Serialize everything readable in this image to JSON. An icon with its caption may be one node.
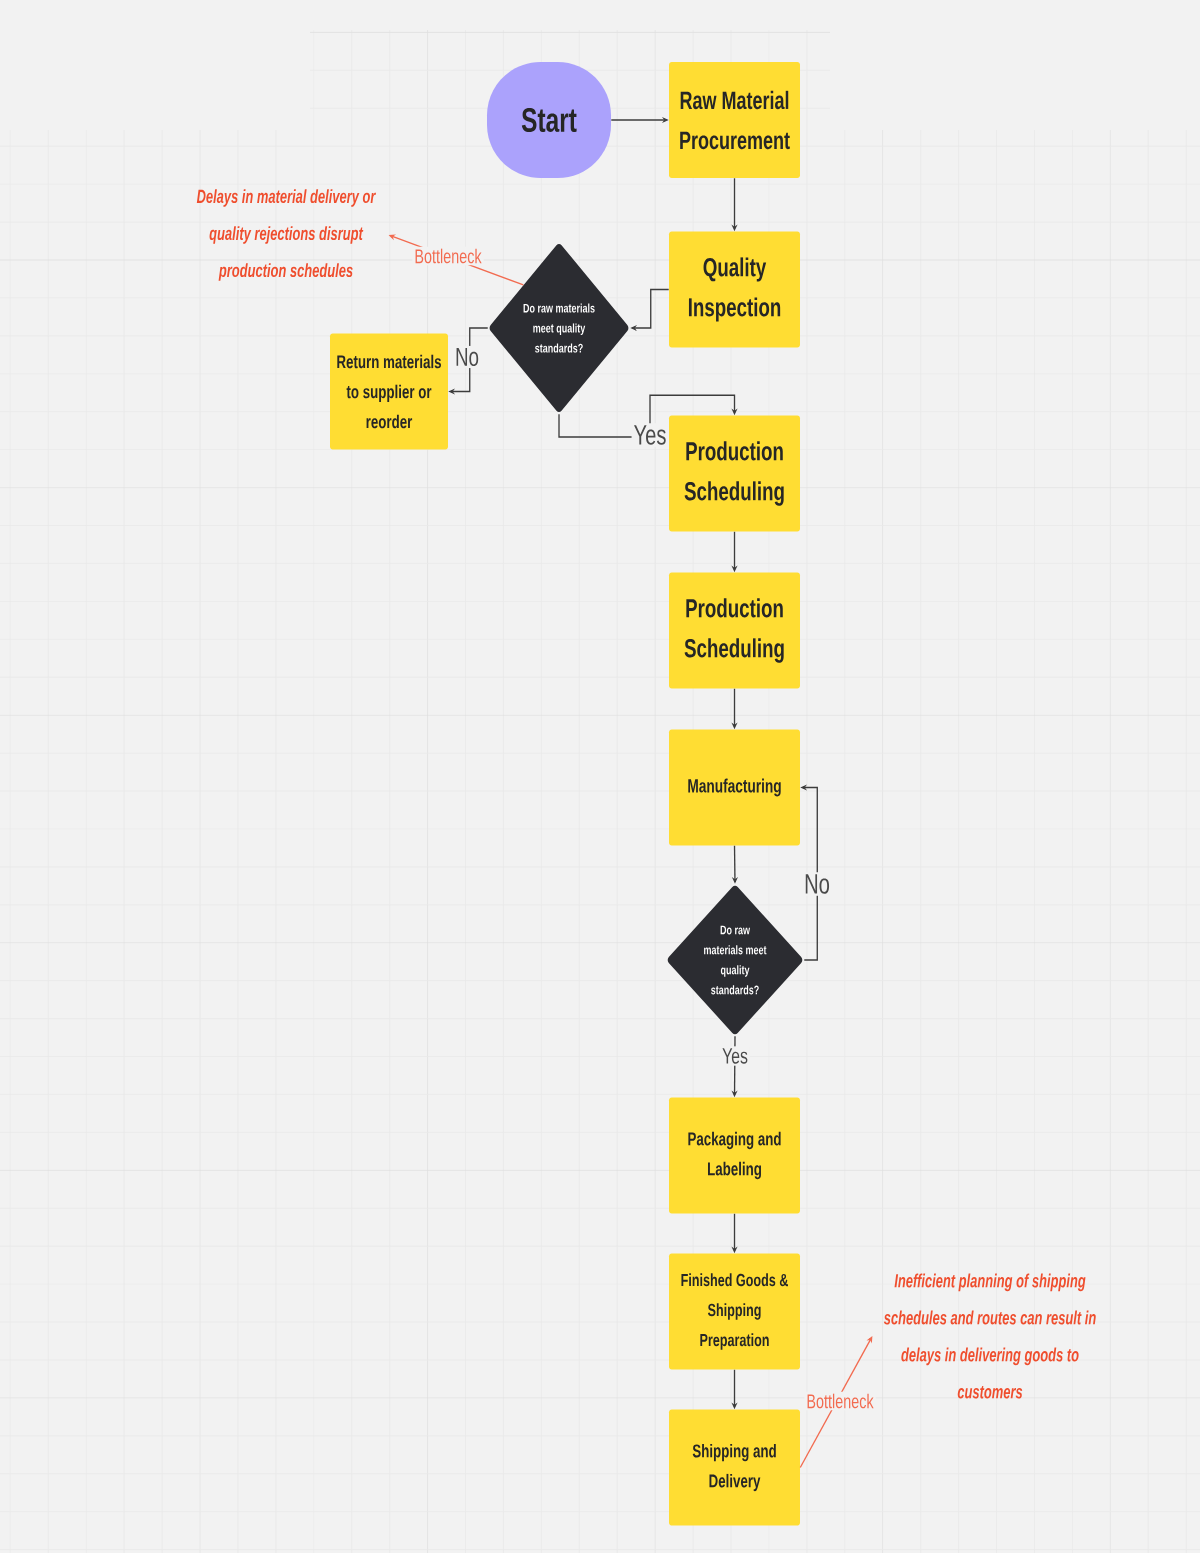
{
  "diagram": {
    "nodes": [
      {
        "text": [
          "Start"
        ]
      },
      {
        "text": [
          "Raw Material Procurement"
        ]
      },
      {
        "text": [
          "Quality Inspection"
        ]
      },
      {
        "text": [
          "Do raw materials meet quality standards?"
        ]
      },
      {
        "text": [
          "Return materials to supplier or reorder"
        ]
      },
      {
        "text": [
          "Production Scheduling"
        ]
      },
      {
        "text": [
          "Production Scheduling"
        ]
      },
      {
        "text": [
          "Manufacturing"
        ]
      },
      {
        "text": [
          "Do raw materials meet quality standards?"
        ]
      },
      {
        "text": [
          "Packaging and Labeling"
        ]
      },
      {
        "text": [
          "Finished Goods & Shipping Preparation"
        ]
      },
      {
        "text": [
          "Shipping and Delivery"
        ]
      },
      {
        "text": [
          "Delays in material delivery or quality rejections disrupt production schedules"
        ]
      },
      {
        "text": [
          "Inefficient planning of shipping schedules and routes can result in delays in delivering goods to customers"
        ]
      }
    ],
    "edges": [
      {
        "from": 0,
        "to": 1,
        "arrow": "to"
      },
      {
        "from": 1,
        "to": 2,
        "arrow": "to"
      },
      {
        "from": 2,
        "to": 3,
        "arrow": "to"
      },
      {
        "from": 3,
        "to": 4,
        "arrow": "to",
        "label": "No"
      },
      {
        "from": 3,
        "to": 5,
        "arrow": "to",
        "label": "Yes"
      },
      {
        "from": 5,
        "to": 6,
        "arrow": "to"
      },
      {
        "from": 6,
        "to": 7,
        "arrow": "to"
      },
      {
        "from": 7,
        "to": 8,
        "arrow": "to"
      },
      {
        "from": 8,
        "to": 7,
        "arrow": "to",
        "label": "No"
      },
      {
        "from": 8,
        "to": 9,
        "arrow": "to",
        "label": "Yes"
      },
      {
        "from": 9,
        "to": 10,
        "arrow": "to"
      },
      {
        "from": 10,
        "to": 11,
        "arrow": "to"
      },
      {
        "from": 3,
        "to": 12,
        "arrow": "to",
        "label": "Bottleneck",
        "color": "#f26b50"
      },
      {
        "from": 11,
        "to": 13,
        "arrow": "to",
        "label": "Bottleneck",
        "color": "#f26b50"
      }
    ]
  }
}
